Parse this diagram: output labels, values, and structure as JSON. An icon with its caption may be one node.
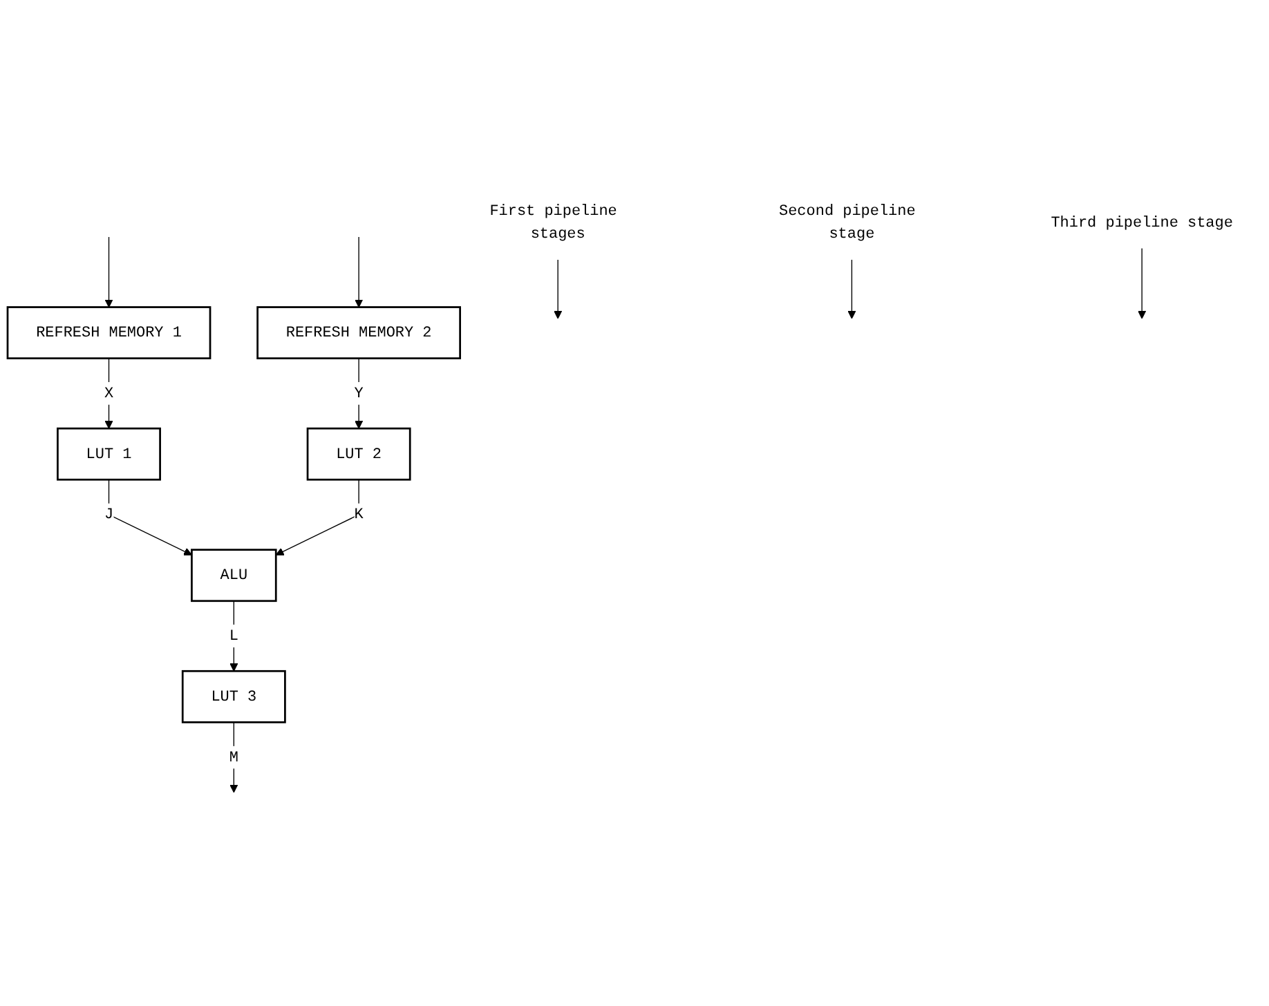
{
  "diagram": {
    "nodes": [
      {
        "text": [
          "REFRESH MEMORY 1"
        ]
      },
      {
        "text": [
          "REFRESH MEMORY 2"
        ]
      },
      {
        "text": [
          "LUT 1"
        ]
      },
      {
        "text": [
          "LUT 2"
        ]
      },
      {
        "text": [
          "ALU"
        ]
      },
      {
        "text": [
          "LUT 3"
        ]
      },
      {
        "text": [
          "First pipeline stages"
        ]
      },
      {
        "text": [
          "Second pipeline stage"
        ]
      },
      {
        "text": [
          "Third pipeline stage"
        ]
      }
    ],
    "edges": [
      {
        "from": null,
        "to": 0,
        "arrow": "to"
      },
      {
        "from": null,
        "to": 1,
        "arrow": "to"
      },
      {
        "from": 0,
        "to": 2,
        "arrow": "to",
        "label": "X"
      },
      {
        "from": 1,
        "to": 3,
        "arrow": "to",
        "label": "Y"
      },
      {
        "from": 2,
        "to": 4,
        "arrow": "to",
        "label": "J"
      },
      {
        "from": 3,
        "to": 4,
        "arrow": "to",
        "label": "K"
      },
      {
        "from": 4,
        "to": 5,
        "arrow": "to",
        "label": "L"
      },
      {
        "from": 5,
        "to": null,
        "arrow": "to",
        "label": "M"
      },
      {
        "from": 6,
        "to": null,
        "arrow": "to"
      },
      {
        "from": 7,
        "to": null,
        "arrow": "to"
      },
      {
        "from": 8,
        "to": null,
        "arrow": "to"
      }
    ]
  }
}
